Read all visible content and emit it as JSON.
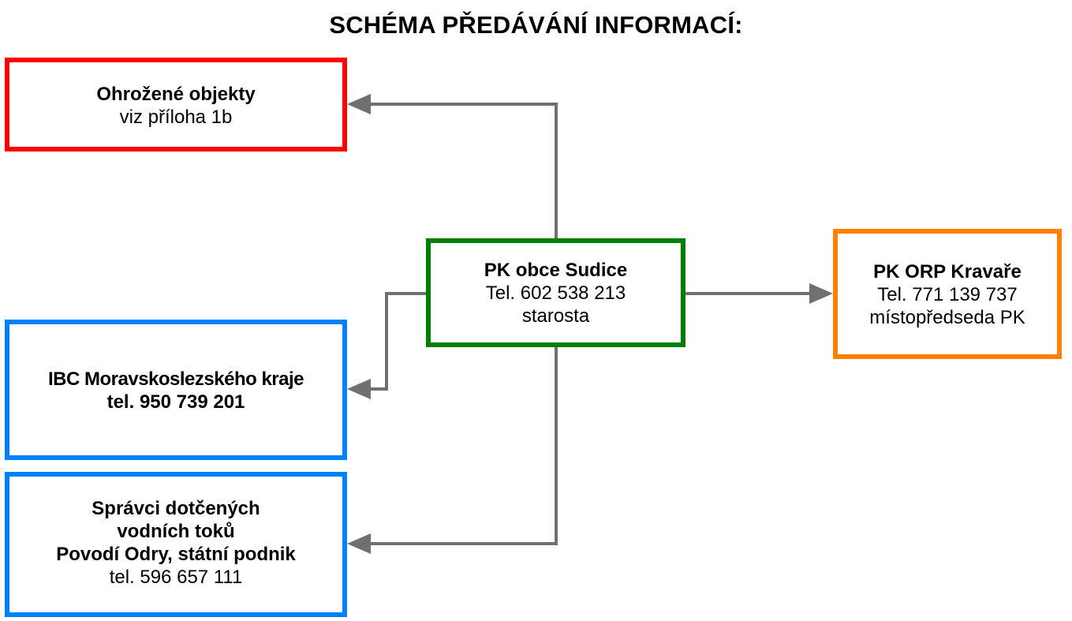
{
  "title": "SCHÉMA PŘEDÁVÁNÍ INFORMACÍ:",
  "colors": {
    "threatened_border": "#ff0000",
    "center_border": "#008000",
    "orp_border": "#ff8000",
    "ibc_border": "#0080ff",
    "river_border": "#0080ff",
    "connector": "#707070"
  },
  "boxes": {
    "threatened": {
      "line1": "Ohrožené objekty",
      "line2": "viz příloha 1b"
    },
    "center": {
      "line1": "PK obce Sudice",
      "line2": "Tel. 602 538 213",
      "line3": "starosta"
    },
    "orp": {
      "line1": "PK ORP Kravaře",
      "line2": "Tel.  771 139 737",
      "line3": "místopředseda PK"
    },
    "ibc": {
      "line1": "IBC Moravskoslezského kraje",
      "line2": "tel. 950 739 201"
    },
    "river": {
      "line1": "Správci dotčených",
      "line2": "vodních toků",
      "line3": "Povodí Odry, státní podnik",
      "line4": "tel. 596 657 111"
    }
  }
}
